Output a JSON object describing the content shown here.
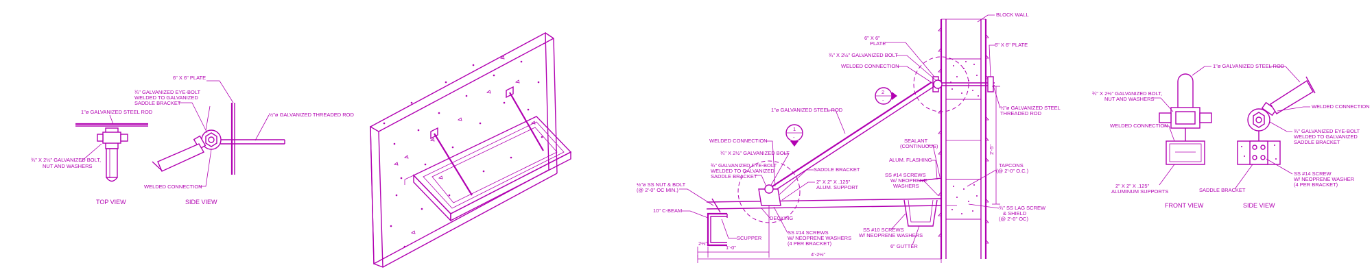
{
  "colors": {
    "line": "#b100b1",
    "background": "#ffffff"
  },
  "detail1": {
    "plate": "6\" X 6\" PLATE",
    "eyebolt_1": "¾\" GALVANIZED EYE-BOLT",
    "eyebolt_2": "WELDED TO GALVANIZED",
    "eyebolt_3": "SADDLE BRACKET",
    "rod": "1\"ø GALVANIZED STEEL ROD",
    "threaded_rod": "½\"ø GALVANIZED THREADED ROD",
    "bolt_1": "¾\" X 2½\" GALVANIZED BOLT,",
    "bolt_2": "NUT AND WASHERS",
    "welded": "WELDED CONNECTION",
    "top_view": "TOP VIEW",
    "side_view": "SIDE VIEW"
  },
  "detail3": {
    "block_wall": "BLOCK WALL",
    "plate_left_1": "6\" X 6\"",
    "plate_left_2": "PLATE",
    "plate_right": "6\" X 6\" PLATE",
    "bolt": "¾\" X 2½\" GALVANIZED BOLT",
    "welded_top": "WELDED CONNECTION",
    "threaded_1": "½\"ø GALVANIZED STEEL",
    "threaded_2": "THREADED ROD",
    "rod": "1\"ø GALVANIZED STEEL ROD",
    "callout_num": "2",
    "callout_ref": "-",
    "callout2_num": "1",
    "callout2_ref": "-",
    "welded_low": "WELDED CONNECTION",
    "bolt_low": "¾\" X 2½\" GALVANIZED BOLT",
    "eye_1": "¾\" GALVANIZED EYE-BOLT",
    "eye_2": "WELDED TO GALVANIZED",
    "eye_3": "SADDLE BRACKET",
    "saddle": "SADDLE BRACKET",
    "alum_1": "2\" X 2\" X .125\"",
    "alum_2": "ALUM. SUPPORT",
    "sealant_1": "SEALANT",
    "sealant_2": "(CONTINUOUS)",
    "flashing": "ALUM. FLASHING",
    "ss14_1": "SS #14 SCREWS",
    "ss14_2": "W/ NEOPRENE",
    "ss14_3": "WASHERS",
    "tapcons_1": "TAPCONS",
    "tapcons_2": "(@ 2'-0\" O.C.)",
    "nut_1": "½\"ø SS NUT & BOLT",
    "nut_2": "(@ 2'-0\" OC MIN.)",
    "cbeam": "10\" C-BEAM",
    "decking": "DECKING",
    "scupper": "SCUPPER",
    "ss14b_1": "SS #14 SCREWS",
    "ss14b_2": "W/ NEOPRENE WASHERS",
    "ss14b_3": "(4 PER BRACKET)",
    "ss10_1": "SS #10 SCREWS",
    "ss10_2": "W/ NEOPRENE WASHERS",
    "gutter": "6\" GUTTER",
    "lag_1": "¾\" SS LAG SCREW",
    "lag_2": "& SHIELD",
    "lag_3": "(@ 2'-0\" OC)",
    "dim_h": "2'-5\"",
    "dim_small": "2½\"",
    "dim_1": "1'-0\"",
    "dim_2": "4'-2½\""
  },
  "detail4": {
    "bolt_1": "¾\" X 2½\" GALVANIZED BOLT,",
    "bolt_2": "NUT AND WASHERS",
    "rod": "1\"ø GALVANIZED STEEL ROD",
    "welded_r": "WELDED CONNECTION",
    "welded_l": "WELDED CONNECTION",
    "eye_1": "¾\" GALVANIZED EYE-BOLT",
    "eye_2": "WELDED TO GALVANIZED",
    "eye_3": "SADDLE BRACKET",
    "sup_1": "2\" X 2\" X .125\"",
    "sup_2": "ALUMINUM SUPPORTS",
    "saddle": "SADDLE BRACKET",
    "ss_1": "SS #14 SCREW",
    "ss_2": "W/ NEOPRENE WASHER",
    "ss_3": "(4 PER BRACKET)",
    "front_view": "FRONT VIEW",
    "side_view": "SIDE VIEW"
  }
}
